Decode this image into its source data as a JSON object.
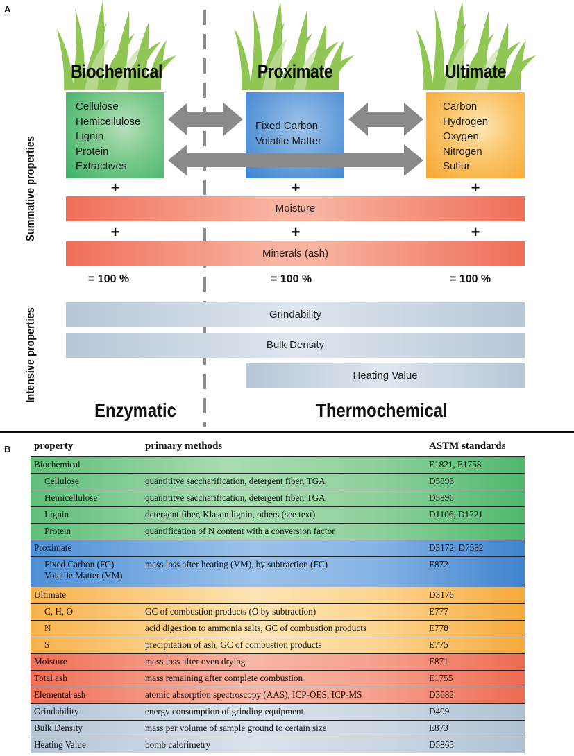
{
  "panel_a": {
    "letter": "A",
    "groups": {
      "biochemical": {
        "title": "Biochemical",
        "items": [
          "Cellulose",
          "Hemicellulose",
          "Lignin",
          "Protein",
          "Extractives"
        ]
      },
      "proximate": {
        "title": "Proximate",
        "items": [
          "Fixed Carbon",
          "Volatile Matter"
        ]
      },
      "ultimate": {
        "title": "Ultimate",
        "items": [
          "Carbon",
          "Hydrogen",
          "Oxygen",
          "Nitrogen",
          "Sulfur"
        ]
      }
    },
    "plus": "+",
    "moisture": "Moisture",
    "minerals": "Minerals (ash)",
    "equals": "= 100 %",
    "grindability": "Grindability",
    "bulk_density": "Bulk Density",
    "heating_value": "Heating Value",
    "summative_label": "Summative properties",
    "intensive_label": "Intensive properties",
    "enzymatic": "Enzymatic",
    "thermochemical": "Thermochemical",
    "colors": {
      "green": "#3cb066",
      "blue": "#3d82cf",
      "orange": "#f6a632",
      "red": "#ef6e57",
      "grey": "#b5c7d8",
      "arrow": "#8a8a8a",
      "grass": "#8bc34a"
    }
  },
  "panel_b": {
    "letter": "B",
    "headers": {
      "property": "property",
      "methods": "primary methods",
      "astm": "ASTM standards"
    },
    "rows": [
      {
        "property": "Biochemical",
        "methods": "",
        "astm": "E1821, E1758",
        "style": "green",
        "indent": false
      },
      {
        "property": "Cellulose",
        "methods": "quantititve saccharification, detergent fiber, TGA",
        "astm": "D5896",
        "style": "green",
        "indent": true
      },
      {
        "property": "Hemicellulose",
        "methods": "quantititve saccharification, detergent fiber, TGA",
        "astm": "D5896",
        "style": "green",
        "indent": true
      },
      {
        "property": "Lignin",
        "methods": "detergent fiber, Klason lignin, others (see text)",
        "astm": "D1106, D1721",
        "style": "green",
        "indent": true
      },
      {
        "property": "Protein",
        "methods": "quantification of N content with a conversion factor",
        "astm": "",
        "style": "green",
        "indent": true
      },
      {
        "property": "Proximate",
        "methods": "",
        "astm": "D3172, D7582",
        "style": "blue",
        "indent": false
      },
      {
        "property": "Fixed Carbon (FC)",
        "property2": "Volatile Matter (VM)",
        "methods": "mass loss after heating (VM), by subtraction (FC)",
        "astm": "E872",
        "style": "blue",
        "indent": true
      },
      {
        "property": "Ultimate",
        "methods": "",
        "astm": "D3176",
        "style": "orange",
        "indent": false
      },
      {
        "property": "C, H, O",
        "methods": "GC of combustion products (O by subtraction)",
        "astm": "E777",
        "style": "orange",
        "indent": true
      },
      {
        "property": "N",
        "methods": "acid digestion to ammonia salts, GC of combustion products",
        "astm": "E778",
        "style": "orange",
        "indent": true
      },
      {
        "property": "S",
        "methods": "precipitation of ash, GC of combustion products",
        "astm": "E775",
        "style": "orange",
        "indent": true
      },
      {
        "property": "Moisture",
        "methods": "mass loss after oven drying",
        "astm": "E871",
        "style": "red",
        "indent": false
      },
      {
        "property": "Total ash",
        "methods": "mass remaining after complete combustion",
        "astm": "E1755",
        "style": "red",
        "indent": false
      },
      {
        "property": "Elemental ash",
        "methods": "atomic absorption spectroscopy (AAS), ICP-OES, ICP-MS",
        "astm": "D3682",
        "style": "red",
        "indent": false
      },
      {
        "property": "Grindability",
        "methods": "energy consumption of grinding equipment",
        "astm": "D409",
        "style": "grey",
        "indent": false
      },
      {
        "property": "Bulk Density",
        "methods": "mass per volume of sample ground to certain size",
        "astm": "E873",
        "style": "grey",
        "indent": false
      },
      {
        "property": "Heating Value",
        "methods": "bomb calorimetry",
        "astm": "D5865",
        "style": "grey",
        "indent": false
      }
    ]
  }
}
